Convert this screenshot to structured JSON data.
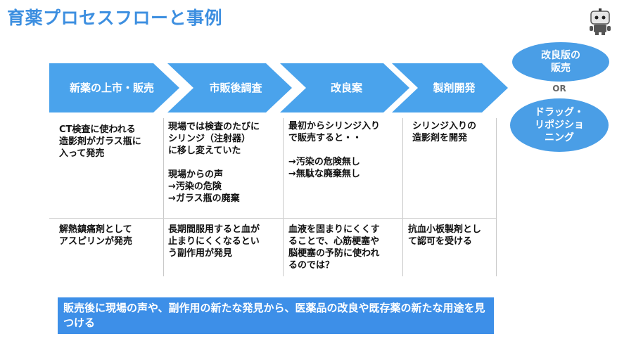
{
  "title": "育薬プロセスフローと事例",
  "colors": {
    "accent": "#3d8fe0",
    "arrow": "#4aa3ec",
    "bubble": "#4a9ee6",
    "summary": "#3d8fe8"
  },
  "icons": {
    "top_right": "robot-icon"
  },
  "steps": [
    "新薬の上市・販売",
    "市販後調査",
    "改良案",
    "製剤開発"
  ],
  "rows": [
    [
      "CT検査に使われる\n造影剤がガラス瓶に\n入って発売",
      "現場では検査のたびに\nシリンジ（注射器）\nに移し変えていた\n\n現場からの声\n→汚染の危険\n→ガラス瓶の廃棄",
      "最初からシリンジ入り\nで販売すると・・\n\n→汚染の危険無し\n→無駄な廃棄無し",
      "シリンジ入りの\n造影剤を開発"
    ],
    [
      "解熱鎮痛剤として\nアスピリンが発売",
      "長期間服用すると血が\n止まりにくくなるとい\nう副作用が発見",
      "血液を固まりにくくす\nることで、心筋梗塞や\n脳梗塞の予防に使われ\nるのでは？",
      "抗血小板製剤とし\nて認可を受ける"
    ]
  ],
  "outcomes": {
    "first": "改良版の\n販売",
    "or": "OR",
    "second": "ドラッグ・\nリポジショ\nニング"
  },
  "summary": "販売後に現場の声や、副作用の新たな発見から、医薬品の改良や既存薬の新たな用途を見つける"
}
